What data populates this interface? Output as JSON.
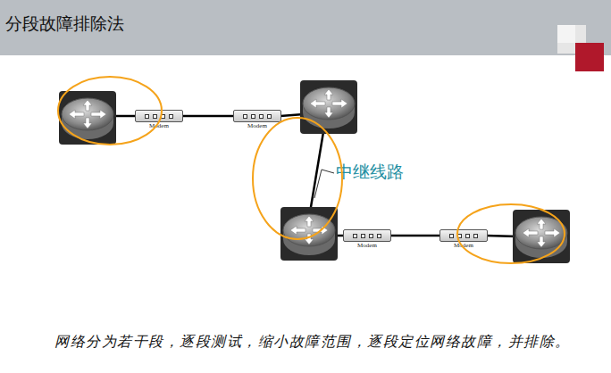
{
  "diagram": {
    "title": "分段故障排除法",
    "caption": "网络分为若干段，逐段测试，缩小故障范围，逐段定位网络故障，并排除。",
    "nodes": [
      {
        "text": [
          "Modem"
        ]
      },
      {
        "text": [
          "Modem"
        ]
      },
      {
        "text": [
          "Modem"
        ]
      },
      {
        "text": [
          "Modem"
        ]
      }
    ],
    "edges": [
      {
        "from": 0,
        "to": 1,
        "arrow": "none"
      },
      {
        "from": 2,
        "to": 3,
        "arrow": "none"
      }
    ],
    "labels": [
      "中继线路"
    ]
  }
}
